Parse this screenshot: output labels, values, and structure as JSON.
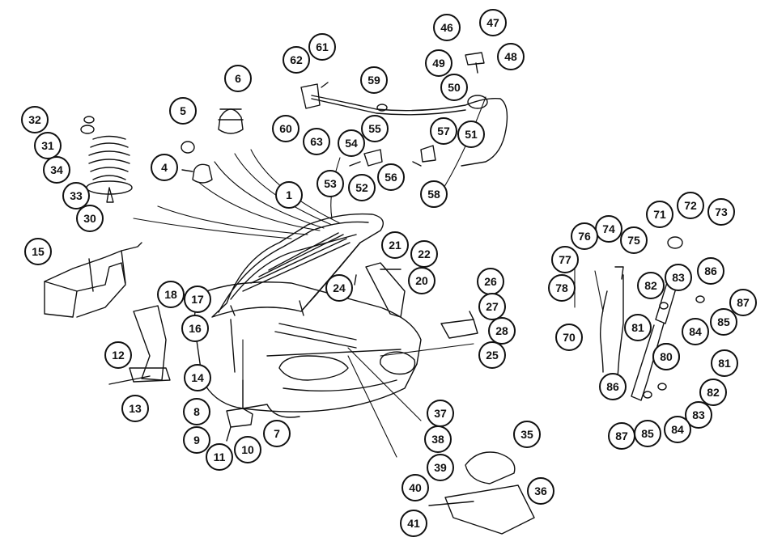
{
  "diagram": {
    "callouts": [
      "1",
      "4",
      "5",
      "6",
      "7",
      "8",
      "9",
      "10",
      "11",
      "12",
      "13",
      "14",
      "15",
      "16",
      "17",
      "18",
      "20",
      "21",
      "22",
      "24",
      "25",
      "26",
      "27",
      "28",
      "30",
      "31",
      "32",
      "33",
      "34",
      "35",
      "36",
      "37",
      "38",
      "39",
      "40",
      "41",
      "46",
      "47",
      "48",
      "49",
      "50",
      "51",
      "52",
      "53",
      "54",
      "55",
      "56",
      "57",
      "58",
      "59",
      "60",
      "61",
      "62",
      "63",
      "70",
      "71",
      "72",
      "73",
      "74",
      "75",
      "76",
      "77",
      "78",
      "80",
      "81",
      "82",
      "83",
      "84",
      "85",
      "86",
      "87",
      "80",
      "81",
      "82",
      "83",
      "84",
      "85",
      "86",
      "87"
    ]
  }
}
